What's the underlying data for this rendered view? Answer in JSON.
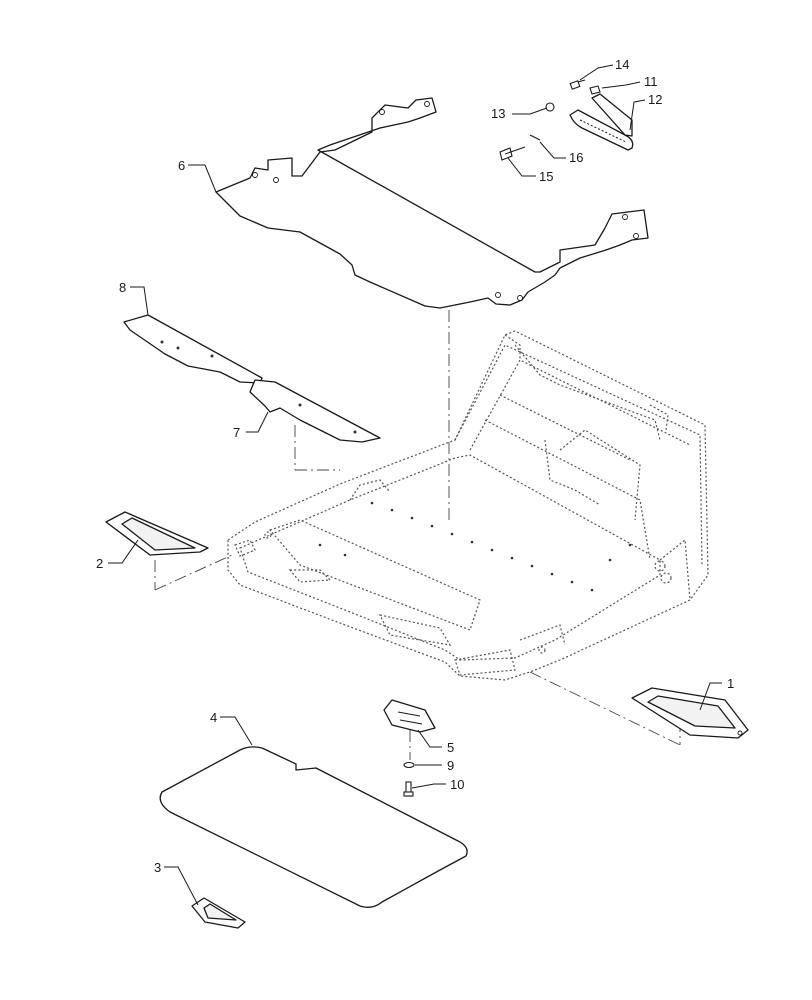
{
  "diagram": {
    "callouts": [
      {
        "id": "callout-1",
        "label": "1"
      },
      {
        "id": "callout-2",
        "label": "2"
      },
      {
        "id": "callout-3",
        "label": "3"
      },
      {
        "id": "callout-4",
        "label": "4"
      },
      {
        "id": "callout-5",
        "label": "5"
      },
      {
        "id": "callout-6",
        "label": "6"
      },
      {
        "id": "callout-7",
        "label": "7"
      },
      {
        "id": "callout-8",
        "label": "8"
      },
      {
        "id": "callout-9",
        "label": "9"
      },
      {
        "id": "callout-10",
        "label": "10"
      },
      {
        "id": "callout-11",
        "label": "11"
      },
      {
        "id": "callout-12",
        "label": "12"
      },
      {
        "id": "callout-13",
        "label": "13"
      },
      {
        "id": "callout-14",
        "label": "14"
      },
      {
        "id": "callout-15",
        "label": "15"
      },
      {
        "id": "callout-16",
        "label": "16"
      }
    ]
  }
}
